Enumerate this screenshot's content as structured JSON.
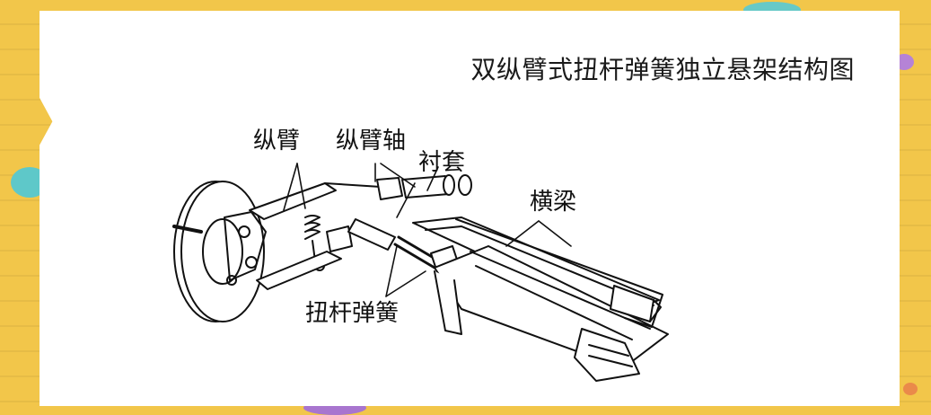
{
  "title": "双纵臂式扭杆弹簧独立悬架结构图",
  "labels": {
    "trailing_arm": "纵臂",
    "arm_shaft": "纵臂轴",
    "bushing": "衬套",
    "crossbeam": "横梁",
    "torsion_spring": "扭杆弹簧"
  },
  "colors": {
    "background": "#f2c64a",
    "card": "#ffffff",
    "ink": "#111111"
  }
}
